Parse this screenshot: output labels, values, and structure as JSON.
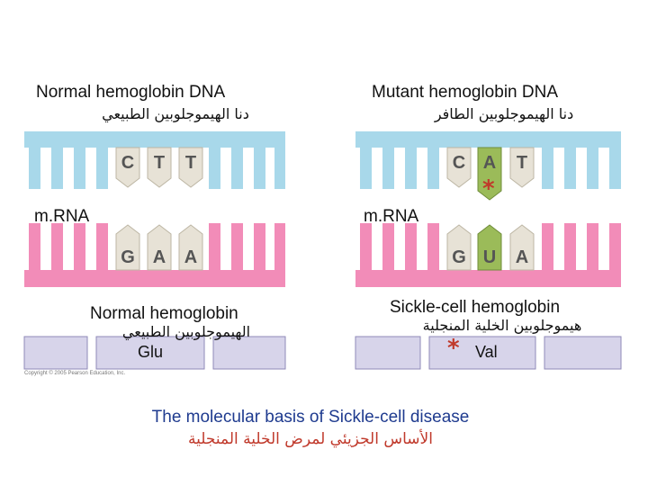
{
  "left": {
    "title_en": "Normal hemoglobin DNA",
    "title_ar": "دنا الهيموجلوبين الطبيعي",
    "dna_bases": [
      "C",
      "T",
      "T"
    ],
    "mrna_label": "m.RNA",
    "mrna_bases": [
      "G",
      "A",
      "A"
    ],
    "protein_en": "Normal hemoglobin",
    "protein_ar": "الهيموجلوبين الطبيعي",
    "amino_acid": "Glu"
  },
  "right": {
    "title_en": "Mutant hemoglobin DNA",
    "title_ar": "دنا الهيموجلوبين الطافر",
    "dna_bases": [
      "C",
      "A",
      "T"
    ],
    "mrna_label": "m.RNA",
    "mrna_bases": [
      "G",
      "U",
      "A"
    ],
    "protein_en": "Sickle-cell hemoglobin",
    "protein_ar": "هيموجلوبين الخلية المنجلية",
    "amino_acid": "Val",
    "mutation_marker": "*"
  },
  "copyright": "Copyright © 2005 Pearson Education, Inc.",
  "caption_en": "The molecular basis of Sickle-cell disease",
  "caption_ar": "الأساس الجزيئي لمرض الخلية المنجلية",
  "colors": {
    "dna": "#a8d8ea",
    "mrna": "#f28cb8",
    "base": "#e7e2d6",
    "mutant_base": "#9bbb59",
    "protein": "#d7d4ea",
    "star": "#c0392b",
    "caption": "#1f3b8f"
  }
}
